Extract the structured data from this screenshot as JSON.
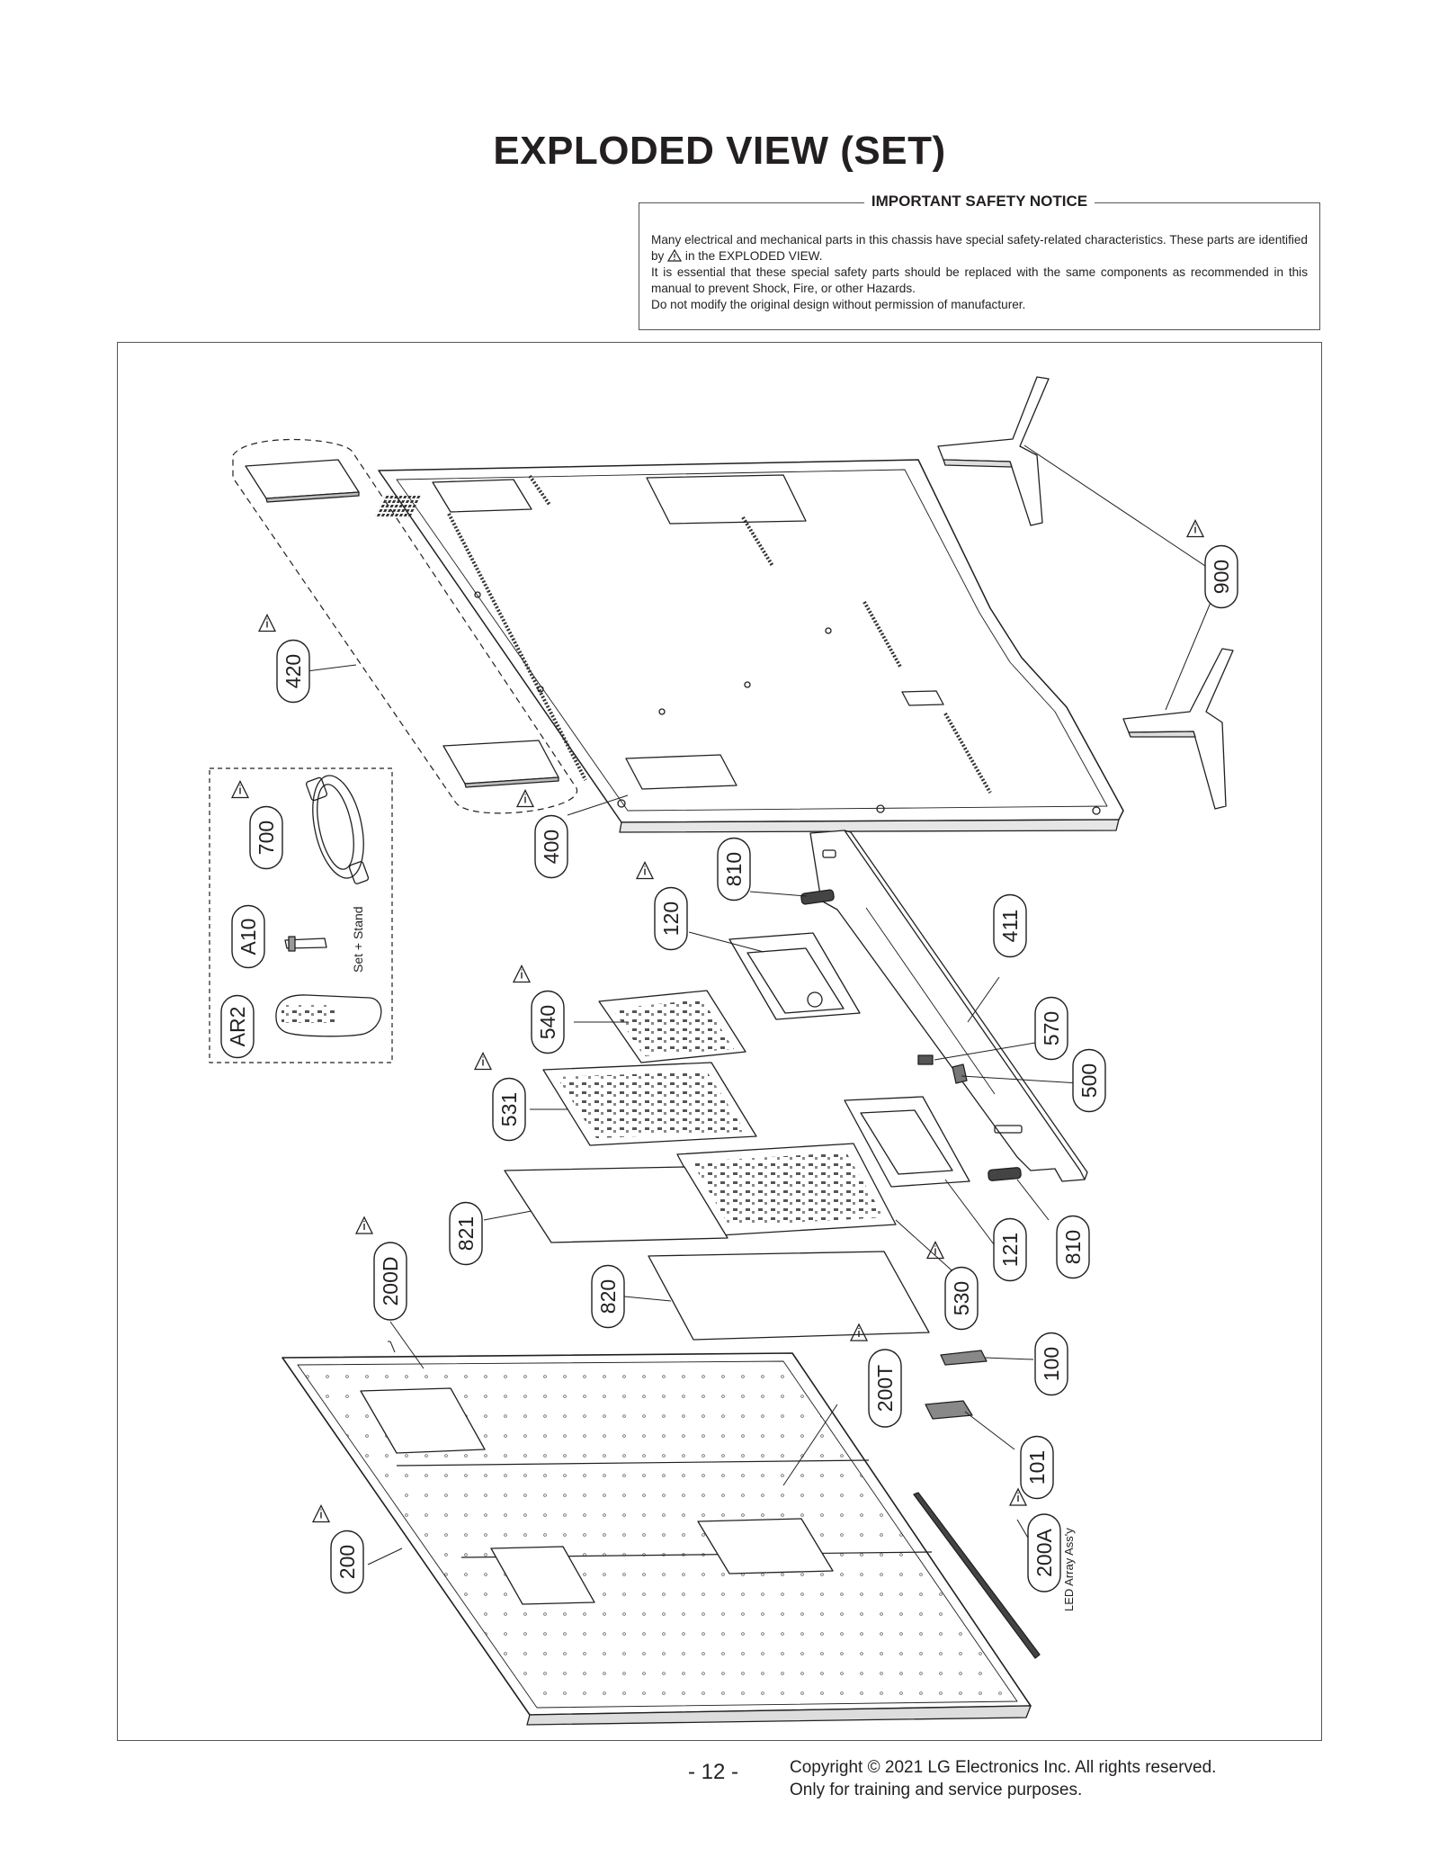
{
  "page": {
    "title": "EXPLODED VIEW (SET)",
    "page_number": "- 12 -"
  },
  "notice": {
    "heading": "IMPORTANT SAFETY NOTICE",
    "line1a": "Many electrical and mechanical parts in this chassis have special safety-related characteristics. These parts are identified by",
    "line1b": "in the EXPLODED VIEW.",
    "line2": "It is essential that these special safety parts should be replaced with the same components as recommended in this manual to prevent Shock, Fire, or other Hazards.",
    "line3": "Do not modify the original design without permission of manufacturer."
  },
  "footer": {
    "copyright": "Copyright © 2021 LG Electronics Inc. All rights reserved.",
    "note": "Only for training and service purposes."
  },
  "diagram": {
    "notes": {
      "set_stand": "Set + Stand",
      "led_array": "LED Array Ass'y"
    },
    "callouts": [
      {
        "id": "420",
        "label": "420",
        "safety": true
      },
      {
        "id": "400",
        "label": "400",
        "safety": true
      },
      {
        "id": "900",
        "label": "900",
        "safety": true
      },
      {
        "id": "700",
        "label": "700",
        "safety": true
      },
      {
        "id": "A10",
        "label": "A10",
        "safety": false
      },
      {
        "id": "AR2",
        "label": "AR2",
        "safety": false
      },
      {
        "id": "810a",
        "label": "810",
        "safety": false
      },
      {
        "id": "120",
        "label": "120",
        "safety": true
      },
      {
        "id": "411",
        "label": "411",
        "safety": false
      },
      {
        "id": "540",
        "label": "540",
        "safety": true
      },
      {
        "id": "570",
        "label": "570",
        "safety": false
      },
      {
        "id": "500",
        "label": "500",
        "safety": false
      },
      {
        "id": "531",
        "label": "531",
        "safety": true
      },
      {
        "id": "821",
        "label": "821",
        "safety": false
      },
      {
        "id": "121",
        "label": "121",
        "safety": false
      },
      {
        "id": "810b",
        "label": "810",
        "safety": false
      },
      {
        "id": "530",
        "label": "530",
        "safety": true
      },
      {
        "id": "200D",
        "label": "200D",
        "safety": true
      },
      {
        "id": "820",
        "label": "820",
        "safety": false
      },
      {
        "id": "100",
        "label": "100",
        "safety": false
      },
      {
        "id": "200T",
        "label": "200T",
        "safety": true
      },
      {
        "id": "101",
        "label": "101",
        "safety": false
      },
      {
        "id": "200",
        "label": "200",
        "safety": true
      },
      {
        "id": "200A",
        "label": "200A",
        "safety": true
      }
    ]
  }
}
